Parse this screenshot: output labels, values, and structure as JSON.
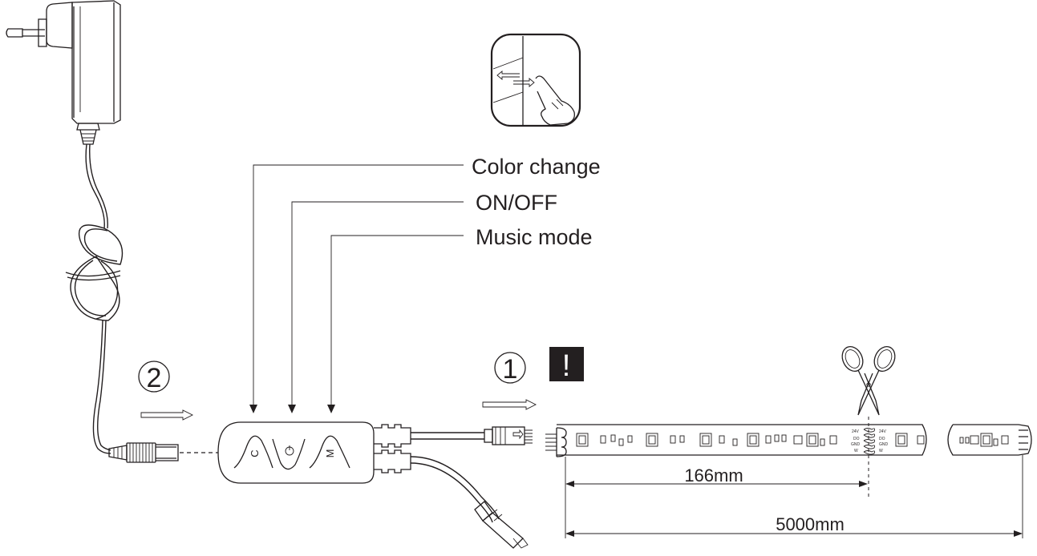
{
  "labels": {
    "color_change": "Color change",
    "on_off": "ON/OFF",
    "music_mode": "Music mode",
    "step_1": "1",
    "step_2": "2",
    "warning": "!",
    "button_c": "C",
    "button_m": "M",
    "segment_length": "166mm",
    "total_length": "5000mm",
    "pad_24v": "24V",
    "pad_do": "DO",
    "pad_gnd": "GND",
    "pad_w": "W"
  },
  "icons": [
    "power-adapter-icon",
    "touch-swipe-icon",
    "scissors-icon",
    "power-symbol-icon",
    "arrow-right-icon",
    "warning-icon"
  ]
}
